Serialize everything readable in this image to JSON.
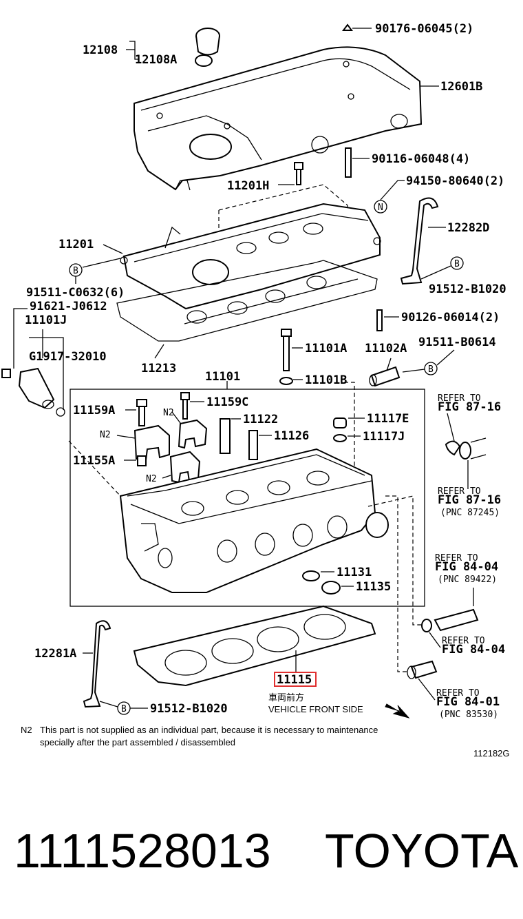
{
  "parts": {
    "p12108": "12108",
    "p12108A": "12108A",
    "p90176": "90176-06045(2)",
    "p12601B": "12601B",
    "p90116": "90116-06048(4)",
    "p11201H": "11201H",
    "p94150": "94150-80640(2)",
    "p12282D": "12282D",
    "p11201": "11201",
    "p91511C": "91511-C0632(6)",
    "p91512a": "91512-B1020",
    "p91621": "91621-J0612",
    "p11101J": "11101J",
    "pG1917": "G1917-32010",
    "p90126": "90126-06014(2)",
    "p11101A": "11101A",
    "p11102A": "11102A",
    "p91511B": "91511-B0614",
    "p11213": "11213",
    "p11101": "11101",
    "p11101B": "11101B",
    "p11159A": "11159A",
    "p11159C": "11159C",
    "p11122": "11122",
    "p11117E": "11117E",
    "p11126": "11126",
    "p11117J": "11117J",
    "p11155A": "11155A",
    "p11131": "11131",
    "p11135": "11135",
    "p12281A": "12281A",
    "p11115": "11115",
    "p91512b": "91512-B1020"
  },
  "markers": {
    "N": "N",
    "B": "B",
    "N2": "N2"
  },
  "refs": {
    "r1a": "REFER TO",
    "r1b": "FIG 87-16",
    "r2a": "REFER TO",
    "r2b": "FIG 87-16",
    "r2c": "(PNC 87245)",
    "r3a": "REFER TO",
    "r3b": "FIG 84-04",
    "r3c": "(PNC 89422)",
    "r4a": "REFER TO",
    "r4b": "FIG 84-04",
    "r5a": "REFER TO",
    "r5b": "FIG 84-01",
    "r5c": "(PNC 83530)"
  },
  "front": {
    "jp": "車両前方",
    "en": "VEHICLE FRONT SIDE"
  },
  "note": {
    "label": "N2",
    "line1": "This part is not supplied as an individual part, because it is necessary to maintenance",
    "line2": "specially after the part assembled / disassembled"
  },
  "diagram_code": "112182G",
  "footer": {
    "part_number": "1111528013",
    "brand": "TOYOTA"
  },
  "colors": {
    "highlight": "#e03030"
  }
}
